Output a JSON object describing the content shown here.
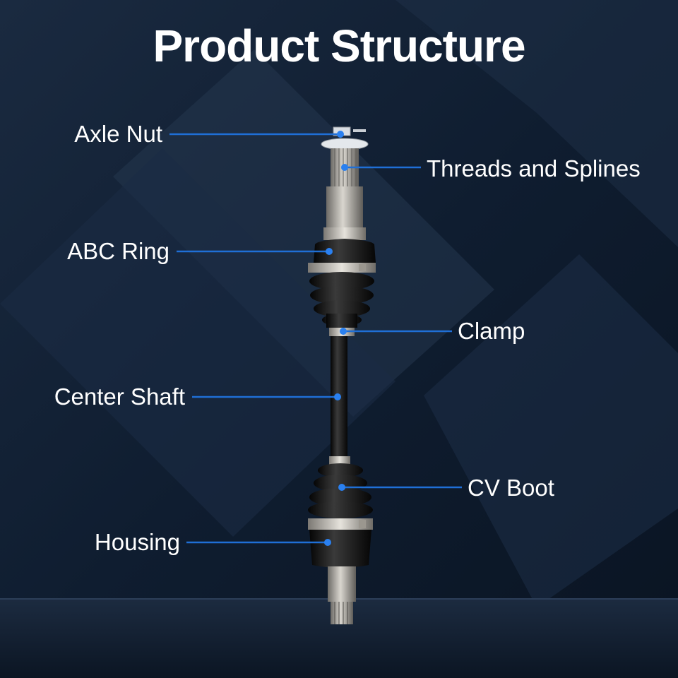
{
  "title": "Product Structure",
  "accent_color": "#1f6fd6",
  "parts": {
    "axle_nut": "Axle Nut",
    "threads_and_splines": "Threads and Splines",
    "abc_ring": "ABC Ring",
    "clamp": "Clamp",
    "center_shaft": "Center Shaft",
    "cv_boot": "CV Boot",
    "housing": "Housing"
  }
}
